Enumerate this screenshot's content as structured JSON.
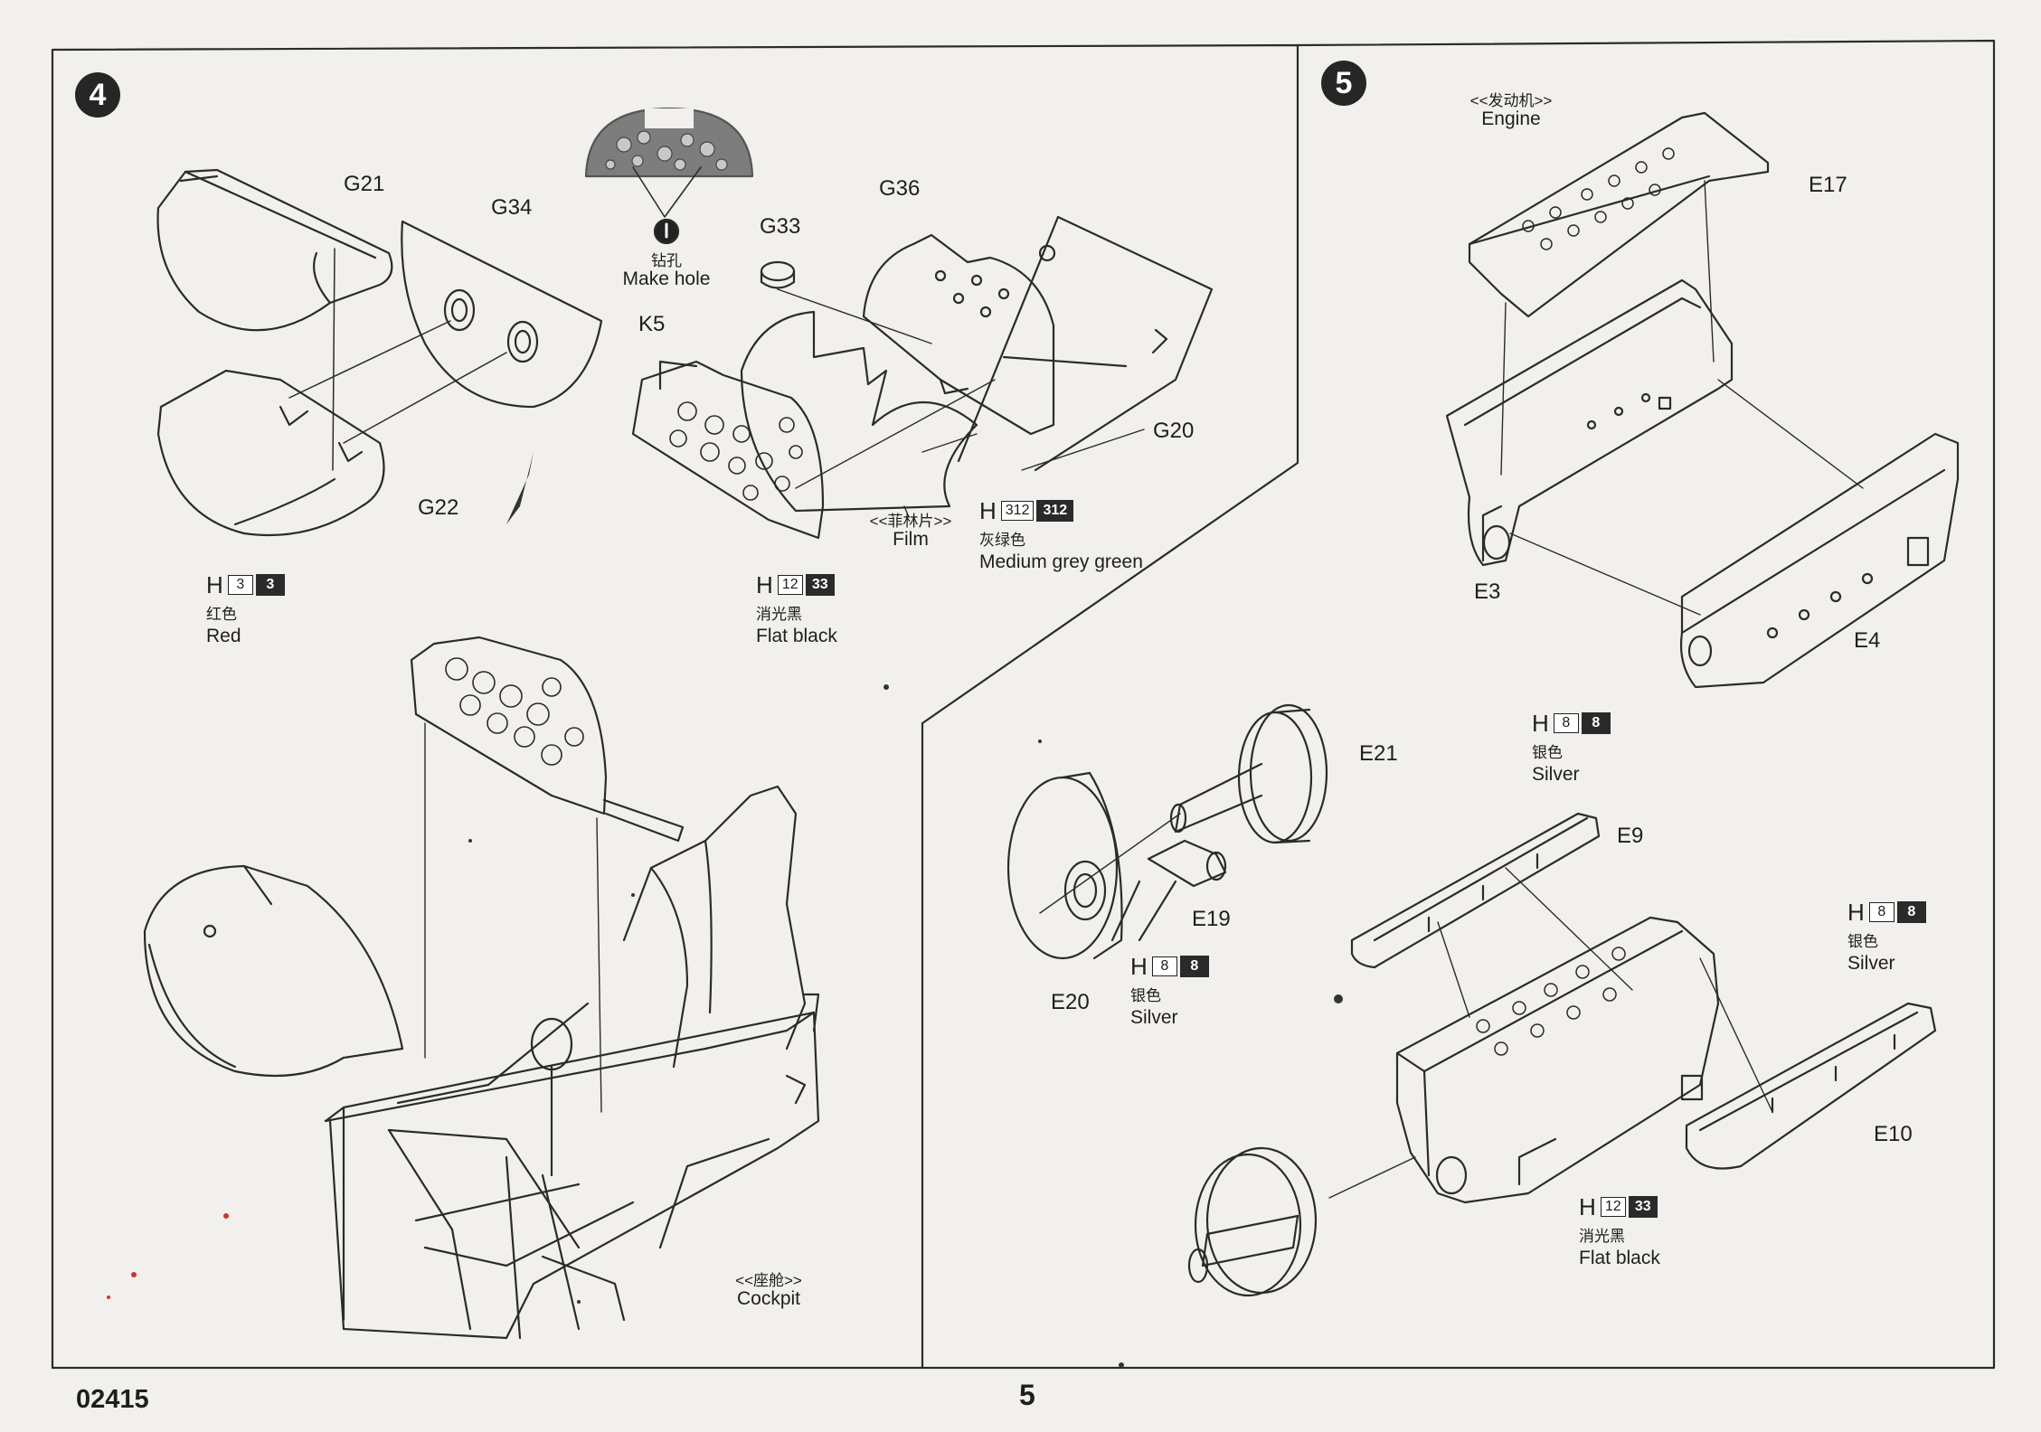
{
  "document": {
    "code": "02415",
    "page_number": "5"
  },
  "step4": {
    "number": "4",
    "parts": {
      "g21": "G21",
      "g34": "G34",
      "g36": "G36",
      "g33": "G33",
      "k5": "K5",
      "g20": "G20",
      "g22": "G22"
    },
    "make_hole": {
      "cn": "钻孔",
      "en": "Make hole"
    },
    "film": {
      "cn": "<<菲林片>>",
      "en": "Film"
    },
    "cockpit": {
      "cn": "<<座舱>>",
      "en": "Cockpit"
    },
    "paint_red": {
      "letter": "H",
      "code_a": "3",
      "code_b": "3",
      "cn": "红色",
      "en": "Red"
    },
    "paint_flat_black": {
      "letter": "H",
      "code_a": "12",
      "code_b": "33",
      "cn": "消光黑",
      "en": "Flat black"
    },
    "paint_grey_green": {
      "letter": "H",
      "code_a": "312",
      "code_b": "312",
      "cn": "灰绿色",
      "en": "Medium grey green"
    }
  },
  "step5": {
    "number": "5",
    "engine": {
      "cn": "<<发动机>>",
      "en": "Engine"
    },
    "parts": {
      "e17": "E17",
      "e3": "E3",
      "e4": "E4",
      "e21": "E21",
      "e9": "E9",
      "e19": "E19",
      "e20": "E20",
      "e10": "E10"
    },
    "paint_silver_top": {
      "letter": "H",
      "code_a": "8",
      "code_b": "8",
      "cn": "银色",
      "en": "Silver"
    },
    "paint_silver_left": {
      "letter": "H",
      "code_a": "8",
      "code_b": "8",
      "cn": "银色",
      "en": "Silver"
    },
    "paint_silver_right": {
      "letter": "H",
      "code_a": "8",
      "code_b": "8",
      "cn": "银色",
      "en": "Silver"
    },
    "paint_flat_black": {
      "letter": "H",
      "code_a": "12",
      "code_b": "33",
      "cn": "消光黑",
      "en": "Flat black"
    }
  }
}
